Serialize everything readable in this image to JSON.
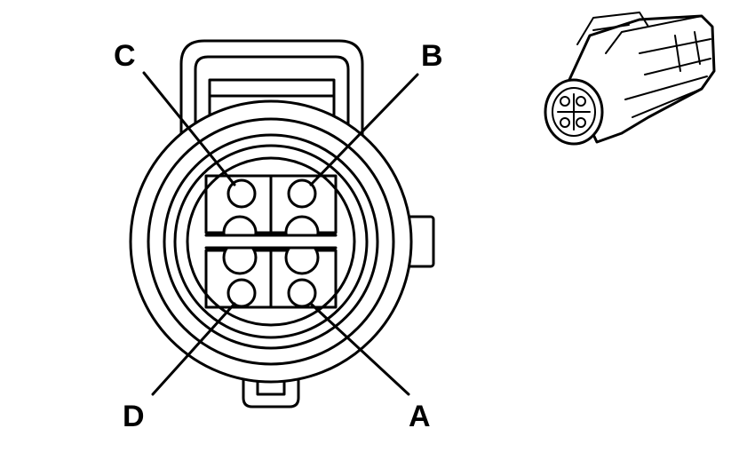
{
  "diagram": {
    "pins": [
      {
        "id": "C",
        "label": "C"
      },
      {
        "id": "B",
        "label": "B"
      },
      {
        "id": "D",
        "label": "D"
      },
      {
        "id": "A",
        "label": "A"
      }
    ]
  }
}
